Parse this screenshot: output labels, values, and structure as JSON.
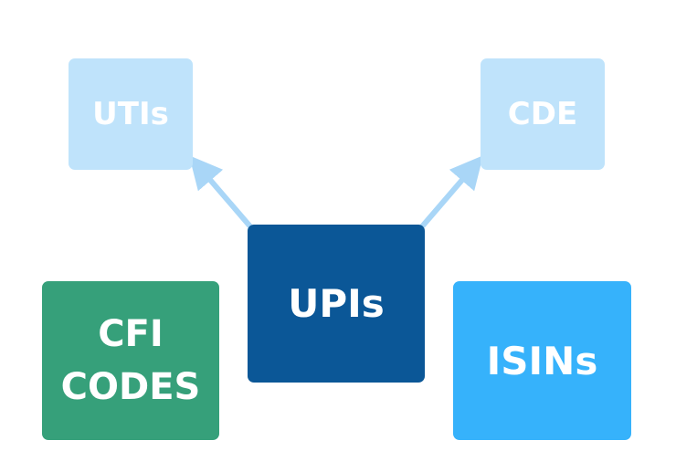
{
  "diagram": {
    "center": {
      "label": "UPIs",
      "color": "#0b5797"
    },
    "top_left": {
      "label": "UTIs",
      "color": "#bfe3fb"
    },
    "top_right": {
      "label": "CDE",
      "color": "#bfe3fb"
    },
    "bottom_left": {
      "label": "CFI\nCODES",
      "color": "#36a07a"
    },
    "bottom_right": {
      "label": "ISINs",
      "color": "#36b2fb"
    },
    "arrow_color": "#a9d6f7"
  }
}
